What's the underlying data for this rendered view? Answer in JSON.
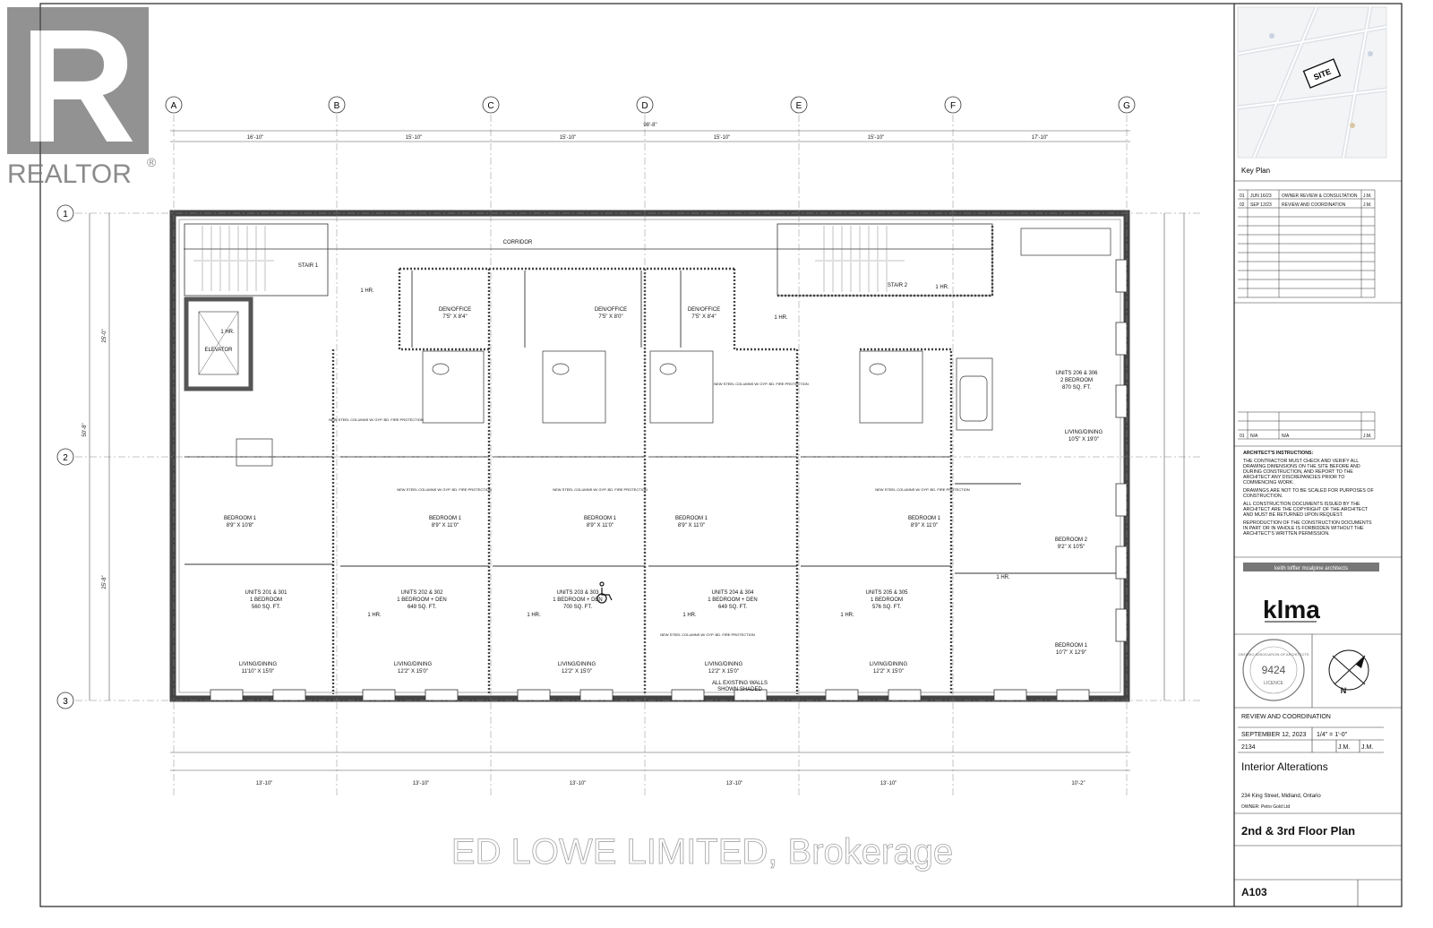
{
  "watermark": {
    "logo_letter": "R",
    "brand": "REALTOR",
    "brand_mark": "®",
    "brokerage": "ED LOWE LIMITED, Brokerage"
  },
  "grid": {
    "columns": [
      "A",
      "B",
      "C",
      "D",
      "E",
      "F",
      "G"
    ],
    "rows": [
      "1",
      "2",
      "3"
    ]
  },
  "dimensions": {
    "overall_width": "98'-8\"",
    "top_bays": [
      "16'-10\"",
      "15'-10\"",
      "15'-10\"",
      "15'-10\"",
      "15'-10\"",
      "17'-10\""
    ],
    "bottom_bays": [
      "13'-10\"",
      "13'-10\"",
      "13'-10\"",
      "13'-10\"",
      "13'-10\"",
      "10'-2\""
    ],
    "left_overall": "50'-8\"",
    "left_upper": "25'-0\"",
    "left_lower": "25'-8\""
  },
  "rooms": {
    "corridor": "CORRIDOR",
    "stair1": "STAIR 1",
    "stair2": "STAIR 2",
    "elevator": "ELEVATOR",
    "den1": {
      "name": "DEN/OFFICE",
      "size": "7'5\" X 8'4\""
    },
    "den2": {
      "name": "DEN/OFFICE",
      "size": "7'5\" X 8'0\""
    },
    "den3": {
      "name": "DEN/OFFICE",
      "size": "7'5\" X 8'4\""
    },
    "bed_a": {
      "name": "BEDROOM 1",
      "size": "8'9\" X 10'8\""
    },
    "bed_b": {
      "name": "BEDROOM 1",
      "size": "8'9\" X 11'0\""
    },
    "bed_c": {
      "name": "BEDROOM 1",
      "size": "8'9\" X 11'0\""
    },
    "bed_d": {
      "name": "BEDROOM 1",
      "size": "8'9\" X 11'0\""
    },
    "bed_e": {
      "name": "BEDROOM 1",
      "size": "8'9\" X 11'0\""
    },
    "bed_f2": {
      "name": "BEDROOM 2",
      "size": "9'2\" X 10'5\""
    },
    "bed_f1": {
      "name": "BEDROOM 1",
      "size": "10'7\" X 12'9\""
    },
    "unit_a": {
      "name": "UNITS 201 & 301",
      "type": "1 BEDROOM",
      "area": "560 SQ. FT."
    },
    "unit_b": {
      "name": "UNITS 202 & 302",
      "type": "1 BEDROOM + DEN",
      "area": "649 SQ. FT."
    },
    "unit_c": {
      "name": "UNITS 203 & 303",
      "type": "1 BEDROOM + DEN",
      "area": "700 SQ. FT."
    },
    "unit_d": {
      "name": "UNITS 204 & 304",
      "type": "1 BEDROOM + DEN",
      "area": "649 SQ. FT."
    },
    "unit_e": {
      "name": "UNITS 205 & 305",
      "type": "1 BEDROOM",
      "area": "576 SQ. FT."
    },
    "unit_f": {
      "name": "UNITS 206 & 306",
      "type": "2 BEDROOM",
      "area": "870 SQ. FT."
    },
    "liv_a": {
      "name": "LIVING/DINING",
      "size": "11'10\" X 15'0\""
    },
    "liv_b": {
      "name": "LIVING/DINING",
      "size": "12'2\" X 15'0\""
    },
    "liv_c": {
      "name": "LIVING/DINING",
      "size": "12'2\" X 15'0\""
    },
    "liv_d": {
      "name": "LIVING/DINING",
      "size": "12'2\" X 15'0\""
    },
    "liv_e": {
      "name": "LIVING/DINING",
      "size": "12'2\" X 15'0\""
    },
    "liv_f": {
      "name": "LIVING/DINING",
      "size": "10'5\" X 19'0\""
    },
    "fire_rating": "1 HR.",
    "steel_note": "NEW STEEL COLUMNS W/ GYP. BD. FIRE PROTECTION",
    "existing_note_1": "ALL EXISTING WALLS",
    "existing_note_2": "SHOWN SHADED"
  },
  "title_block": {
    "site_label": "SITE",
    "key_plan": "Key Plan",
    "revisions": [
      {
        "no": "01",
        "date": "JUN 16/23",
        "desc": "OWNER REVIEW & CONSULTATION",
        "by": "J.M."
      },
      {
        "no": "02",
        "date": "SEP 12/23",
        "desc": "REVIEW AND COORDINATION",
        "by": "J.M."
      }
    ],
    "issue": {
      "no": "01",
      "date": "N/A",
      "desc": "N/A",
      "by": "J.M."
    },
    "instructions_title": "ARCHITECT'S INSTRUCTIONS:",
    "instructions": [
      "THE CONTRACTOR MUST CHECK AND VERIFY ALL DRAWING DIMENSIONS ON THE SITE BEFORE AND DURING CONSTRUCTION, AND REPORT TO THE ARCHITECT ANY DISCREPANCIES PRIOR TO COMMENCING WORK.",
      "DRAWINGS ARE NOT TO BE SCALED FOR PURPOSES OF CONSTRUCTION.",
      "ALL CONSTRUCTION DOCUMENTS ISSUED BY THE ARCHITECT ARE THE COPYRIGHT OF THE ARCHITECT AND MUST BE RETURNED UPON REQUEST.",
      "REPRODUCTION OF THE CONSTRUCTION DOCUMENTS IN PART OR IN WHOLE IS FORBIDDEN WITHOUT THE ARCHITECT'S WRITTEN PERMISSION."
    ],
    "firm": "keith loffler mcalpine architects",
    "firm_logo": "klma",
    "seal": {
      "org": "ONTARIO ASSOCIATION OF ARCHITECTS",
      "number": "9424",
      "license": "LICENCE"
    },
    "north": "N",
    "status": "REVIEW AND COORDINATION",
    "date": "SEPTEMBER 12, 2023",
    "scale": "1/4\" = 1'-0\"",
    "project_no": "2134",
    "drawn_by": "J.M.",
    "checked_by": "J.M.",
    "project": "Interior Alterations",
    "address": "234 King Street, Midland, Ontario",
    "owner": "OWNER: Petro Gold Ltd",
    "drawing_title": "2nd & 3rd Floor Plan",
    "sheet_no": "A103"
  }
}
